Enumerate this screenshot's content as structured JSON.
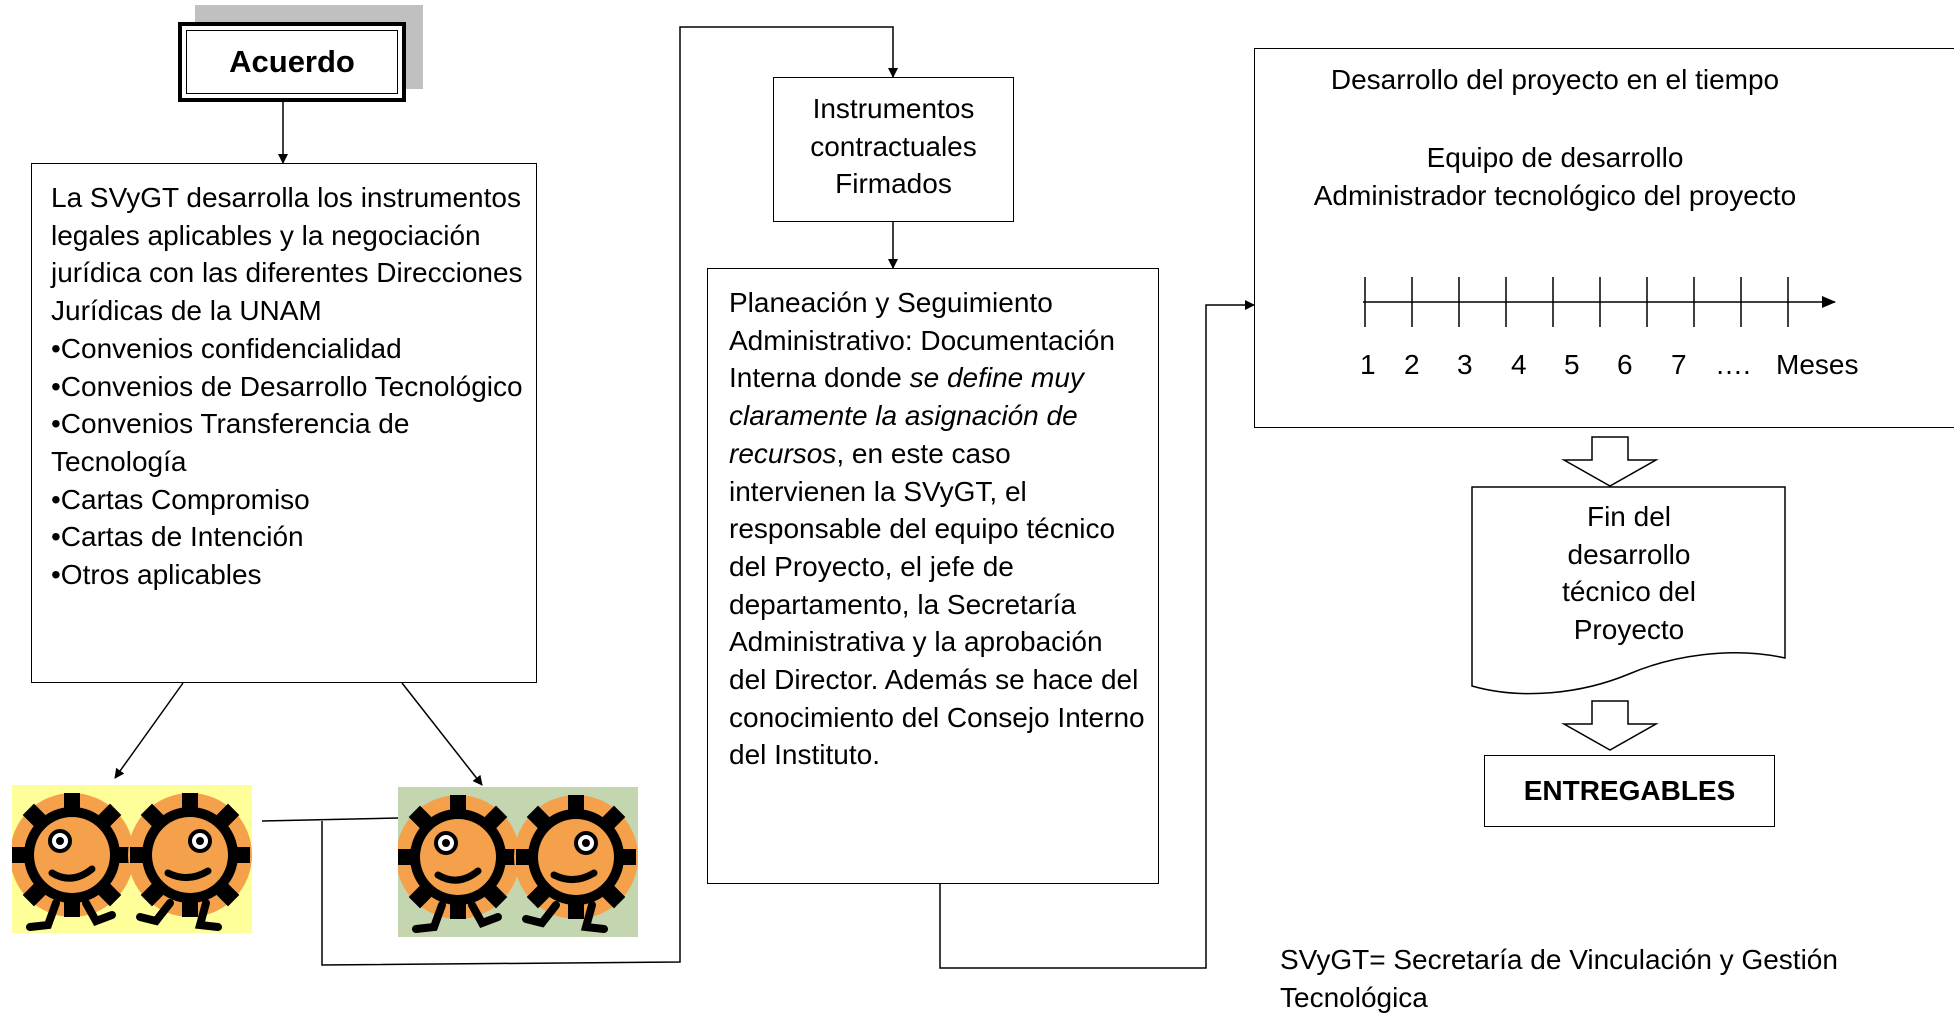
{
  "acuerdo": {
    "label": "Acuerdo"
  },
  "legal_box": {
    "intro": "La SVyGT desarrolla los instrumentos legales  aplicables y la negociación jurídica con las diferentes Direcciones Jurídicas de la UNAM",
    "items": [
      "•Convenios  confidencialidad",
      "•Convenios de Desarrollo Tecnológico",
      "•Convenios  Transferencia de Tecnología",
      "•Cartas Compromiso",
      "•Cartas de Intención",
      "•Otros aplicables"
    ]
  },
  "instrumentos": {
    "line1": "Instrumentos",
    "line2": "contractuales",
    "line3": "Firmados"
  },
  "planeacion": {
    "p1": "Planeación y Seguimiento Administrativo: Documentación Interna donde ",
    "p2_italic": "se define  muy claramente la asignación de recursos",
    "p3": ", en este caso intervienen la SVyGT, el responsable del equipo técnico del Proyecto, el jefe de departamento, la Secretaría Administrativa y la aprobación del Director. Además se hace del conocimiento del Consejo Interno del Instituto."
  },
  "desarrollo": {
    "title": "Desarrollo del proyecto en el tiempo",
    "team_line1": "Equipo de desarrollo",
    "team_line2": "Administrador tecnológico del proyecto",
    "timeline_labels": [
      "1",
      "2",
      "3",
      "4",
      "5",
      "6",
      "7",
      "….",
      "Meses"
    ]
  },
  "fin": {
    "line1": "Fin del",
    "line2": "desarrollo",
    "line3": "técnico del",
    "line4": "Proyecto"
  },
  "entregables": {
    "label": "ENTREGABLES"
  },
  "footnote": {
    "line1": "SVyGT= Secretaría de Vinculación y Gestión",
    "line2": "Tecnológica"
  },
  "colors": {
    "cog_orange": "#f5a04a",
    "cog_dark": "#000000",
    "panel_yellow": "#ffff99",
    "panel_green": "#c3d6b0",
    "shadow_gray": "#c0c0c0"
  },
  "icons": [
    "cog-character-icon"
  ]
}
